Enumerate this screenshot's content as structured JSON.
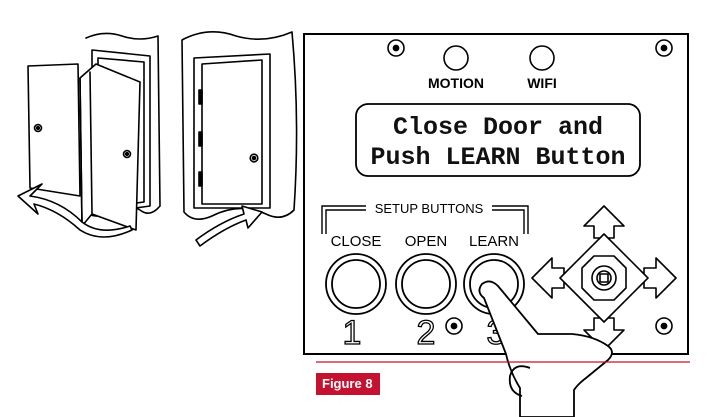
{
  "panel": {
    "indicators": {
      "motion": "MOTION",
      "wifi": "WIFI"
    },
    "display": {
      "line1": "Close Door and",
      "line2": "Push LEARN Button"
    },
    "setup_group_label": "SETUP BUTTONS",
    "buttons": [
      {
        "label": "CLOSE",
        "number": "1"
      },
      {
        "label": "OPEN",
        "number": "2"
      },
      {
        "label": "LEARN",
        "number": "3"
      }
    ]
  },
  "figure": {
    "label": "Figure 8",
    "accent": "#c41230"
  }
}
